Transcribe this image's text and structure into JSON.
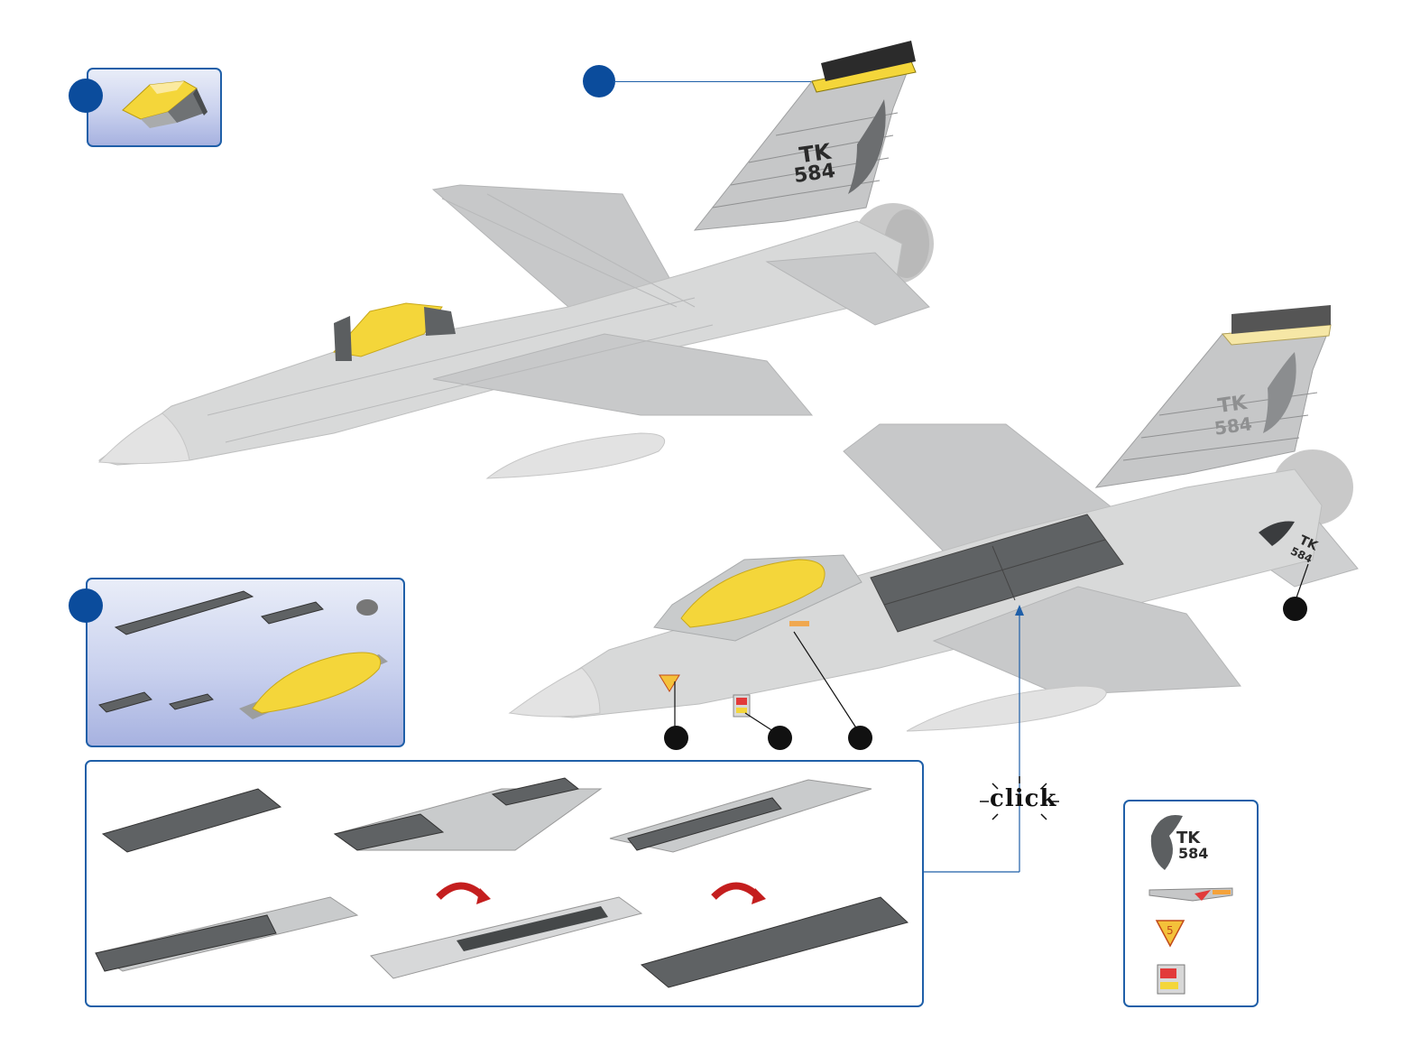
{
  "plane_top": {
    "tail_code_line1": "TK",
    "tail_code_line2": "584"
  },
  "plane_bottom": {
    "tail_code_line1": "TK",
    "tail_code_line2": "584",
    "wing_decal_line1": "TK",
    "wing_decal_line2": "584"
  },
  "click_label": "click",
  "sticker_sheet": {
    "eagle_line1": "TK",
    "eagle_line2": "584"
  },
  "colors": {
    "accent_blue": "#0b4c9c",
    "panel_border": "#1f5fa8",
    "canopy_yellow": "#f4d63a",
    "dark_plate": "#5b5f62",
    "light_plate": "#c9cbcc"
  }
}
